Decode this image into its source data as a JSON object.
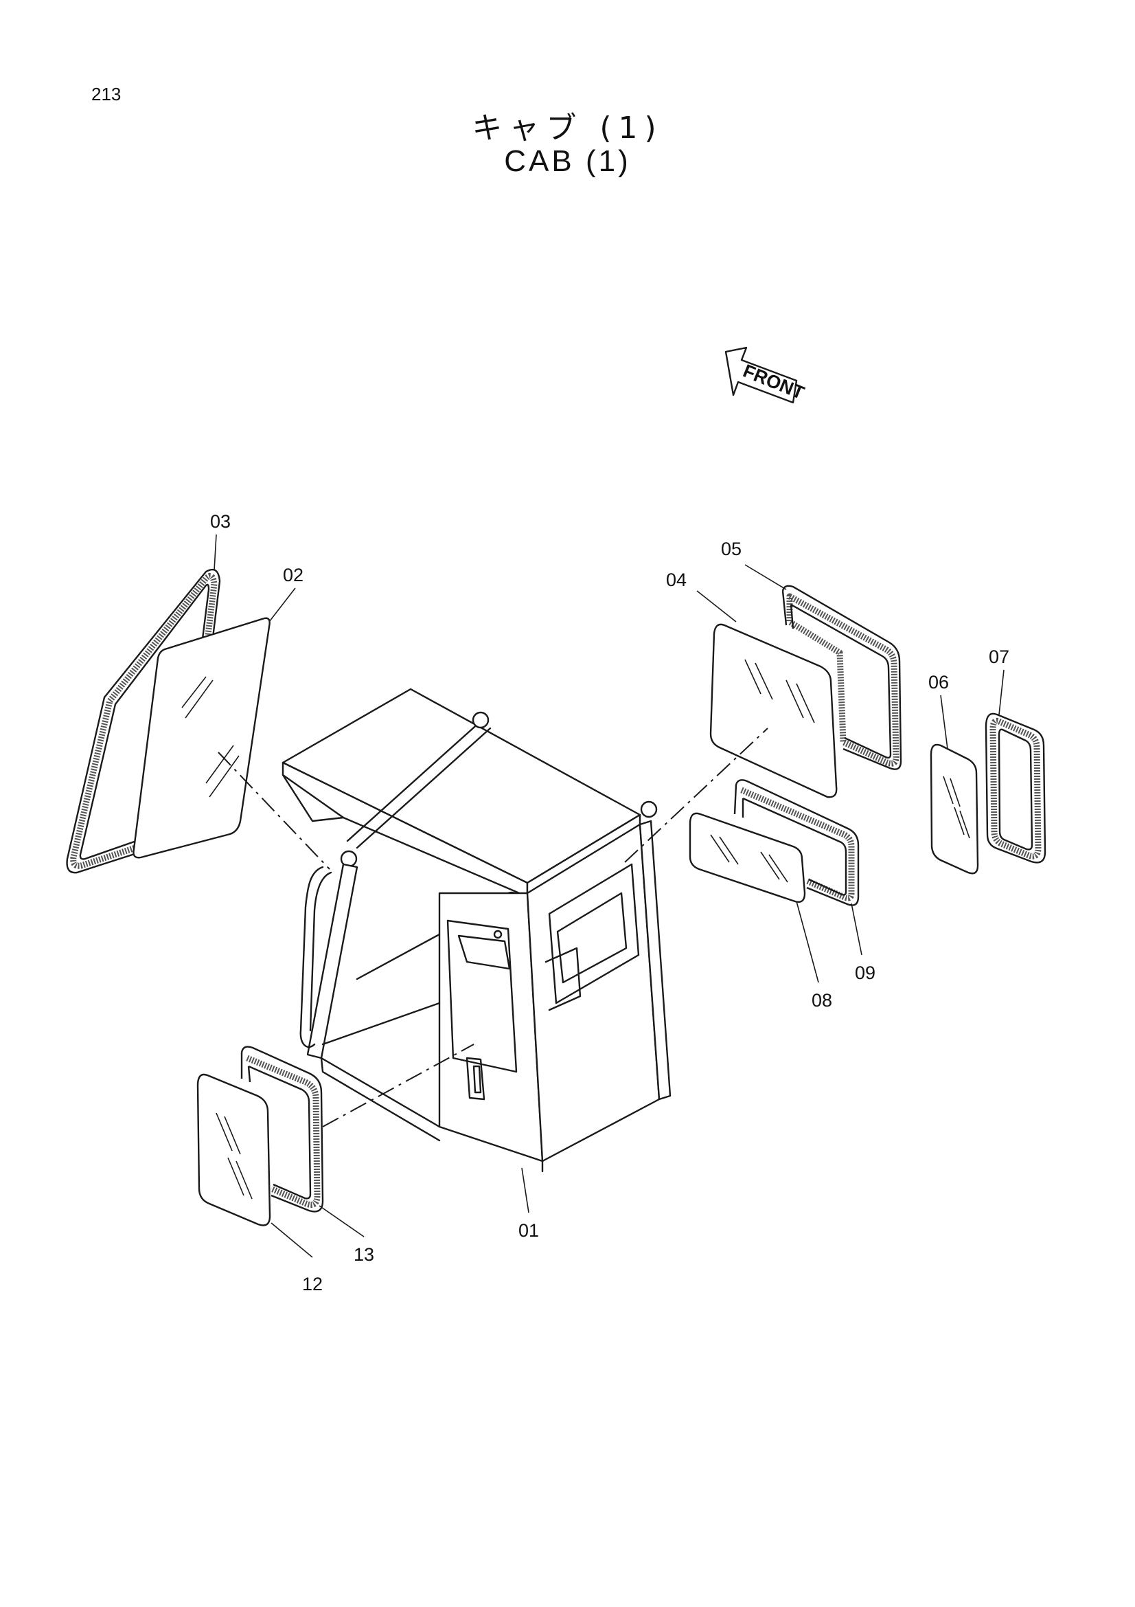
{
  "page": {
    "number": "213",
    "title_jp": "キャブ (1)",
    "title_en": "CAB (1)"
  },
  "front_indicator": {
    "label": "FRONT",
    "icon": "front-arrow-icon"
  },
  "callouts": [
    {
      "id": "01",
      "label": "01"
    },
    {
      "id": "02",
      "label": "02"
    },
    {
      "id": "03",
      "label": "03"
    },
    {
      "id": "04",
      "label": "04"
    },
    {
      "id": "05",
      "label": "05"
    },
    {
      "id": "06",
      "label": "06"
    },
    {
      "id": "07",
      "label": "07"
    },
    {
      "id": "08",
      "label": "08"
    },
    {
      "id": "09",
      "label": "09"
    },
    {
      "id": "12",
      "label": "12"
    },
    {
      "id": "13",
      "label": "13"
    }
  ]
}
